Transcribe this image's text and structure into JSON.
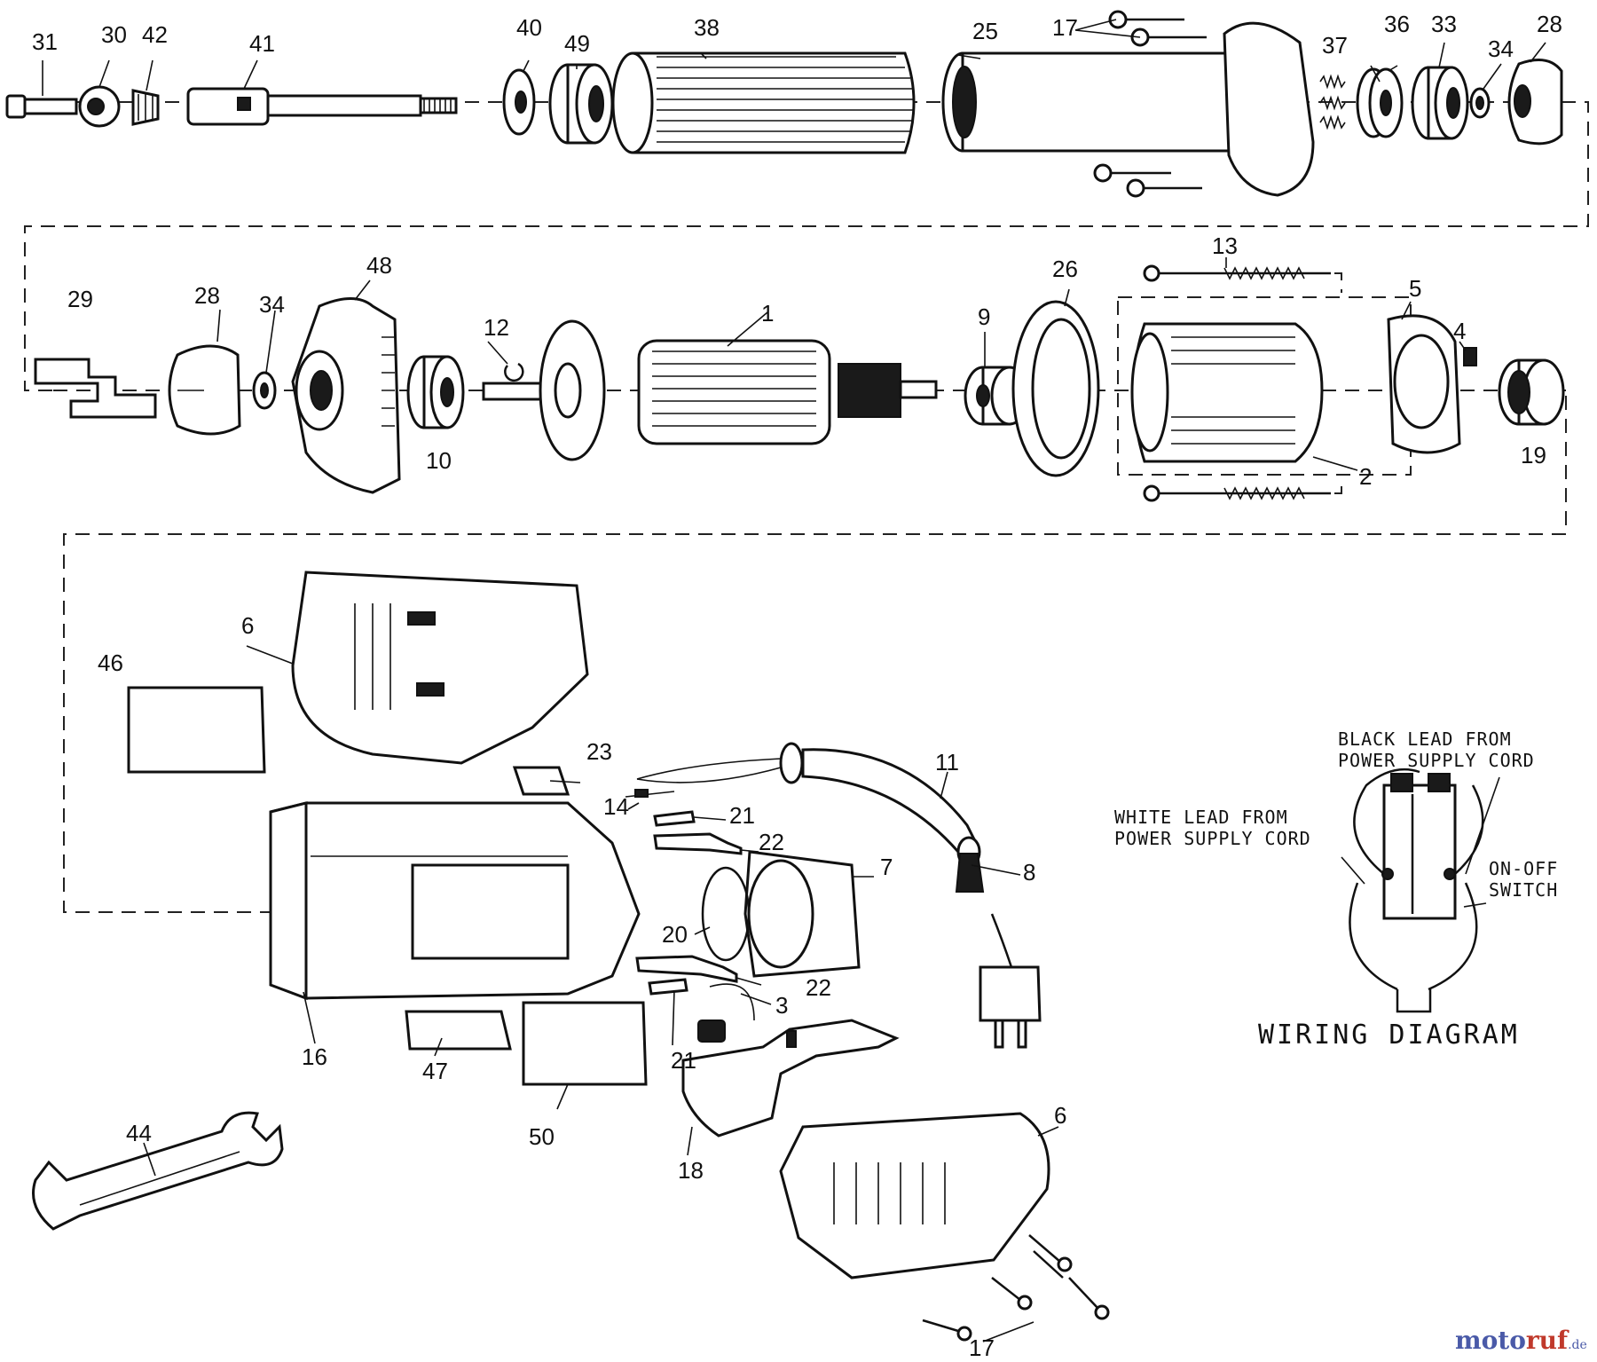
{
  "diagram": {
    "labels": {
      "l31": "31",
      "l30": "30",
      "l42": "42",
      "l41": "41",
      "l40": "40",
      "l49": "49",
      "l38": "38",
      "l25": "25",
      "l17a": "17",
      "l37": "37",
      "l36": "36",
      "l33": "33",
      "l34a": "34",
      "l28a": "28",
      "l29": "29",
      "l28b": "28",
      "l34b": "34",
      "l48": "48",
      "l10": "10",
      "l12": "12",
      "l1": "1",
      "l9": "9",
      "l26": "26",
      "l13": "13",
      "l5": "5",
      "l4": "4",
      "l2": "2",
      "l19": "19",
      "l6a": "6",
      "l46": "46",
      "l23": "23",
      "l11": "11",
      "l14": "14",
      "l21a": "21",
      "l22a": "22",
      "l7": "7",
      "l8": "8",
      "l20": "20",
      "l22b": "22",
      "l3": "3",
      "l16": "16",
      "l47": "47",
      "l21b": "21",
      "l50": "50",
      "l18": "18",
      "l44": "44",
      "l6b": "6",
      "l17b": "17"
    },
    "wiring": {
      "black_lead_line1": "BLACK LEAD FROM",
      "black_lead_line2": "POWER SUPPLY CORD",
      "white_lead_line1": "WHITE LEAD FROM",
      "white_lead_line2": "POWER SUPPLY CORD",
      "switch_line1": "ON-OFF",
      "switch_line2": "SWITCH",
      "title": "WIRING DIAGRAM"
    },
    "watermark": {
      "part1": "moto",
      "part2": "ruf",
      "suffix": ".de"
    }
  }
}
